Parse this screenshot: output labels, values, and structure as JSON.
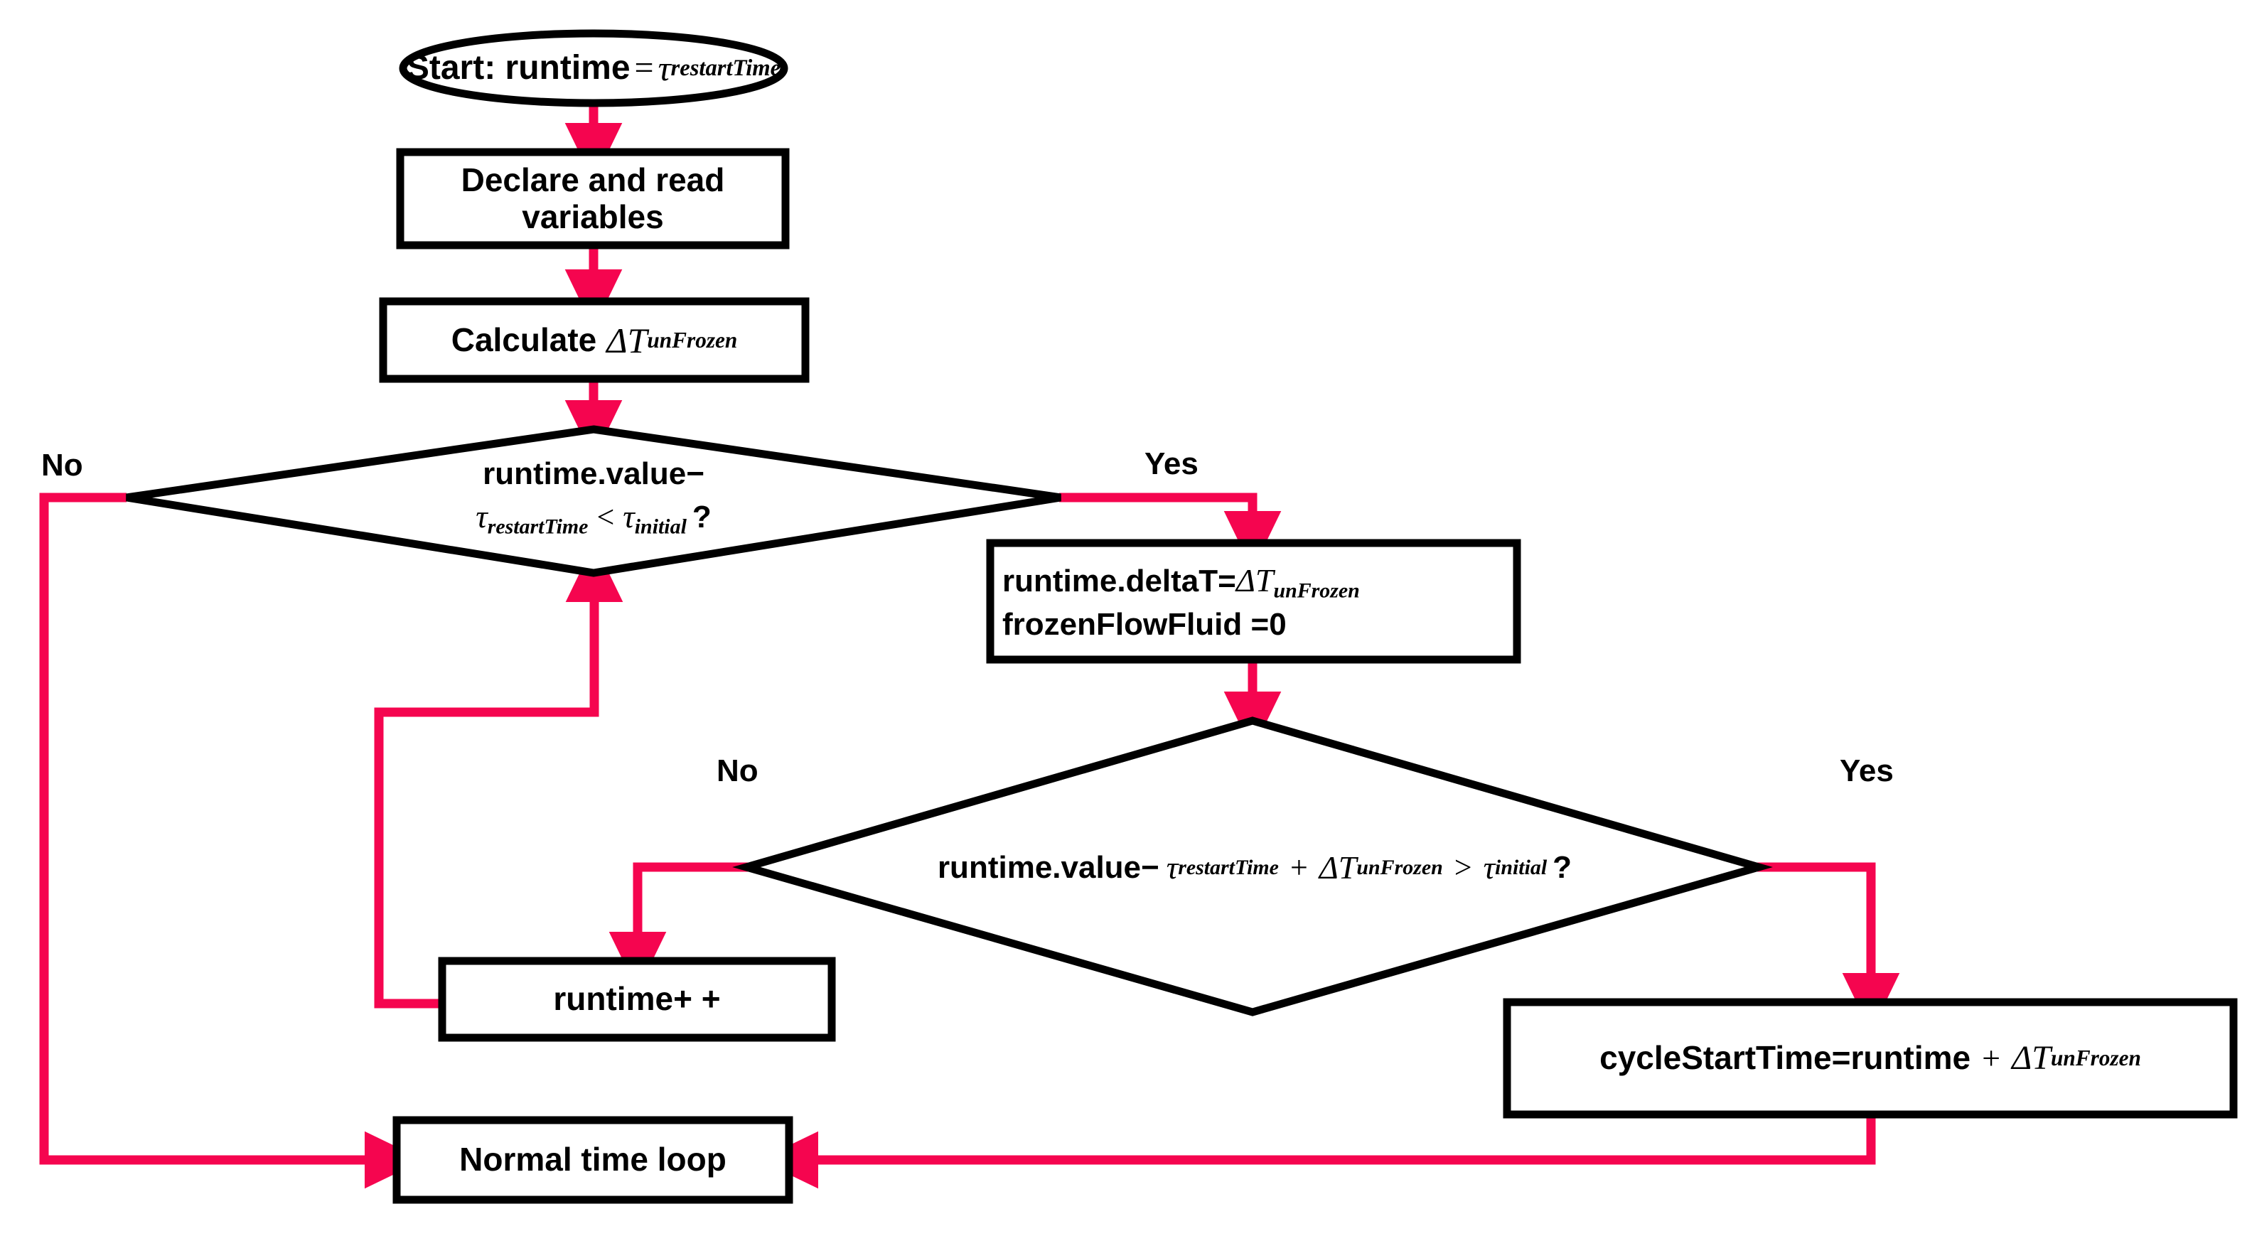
{
  "diagram": {
    "type": "flowchart",
    "title": "Restart-time handling flowchart",
    "accent_color": "#F5054F",
    "outline_color": "#000000",
    "background_color": "#FFFFFF"
  },
  "nodes": {
    "start": {
      "shape": "ellipse",
      "text_plain": "Start: runtime = τ_restartTime",
      "prefix": "Start: runtime",
      "equals": "=",
      "tau": "τ",
      "tau_sub": "restartTime"
    },
    "declare": {
      "shape": "rectangle",
      "text_plain": "Declare and read variables",
      "line1": "Declare and read",
      "line2": "variables"
    },
    "calculate": {
      "shape": "rectangle",
      "text_plain": "Calculate ΔT_unFrozen",
      "prefix": "Calculate",
      "delta_t": "ΔT",
      "delta_sub": "unFrozen"
    },
    "decision1": {
      "shape": "diamond",
      "text_plain": "runtime.value − τ_restartTime < τ_initial ?",
      "line1": "runtime.value−",
      "tau1": "τ",
      "tau1_sub": "restartTime",
      "operator": "<",
      "tau2": "τ",
      "tau2_sub": "initial",
      "question": "?"
    },
    "assign": {
      "shape": "rectangle",
      "text_plain": "runtime.deltaT=ΔT_unFrozen ; frozenFlowFluid =0",
      "line1_prefix": "runtime.deltaT=",
      "line1_delta": "ΔT",
      "line1_sub": "unFrozen",
      "line2": "frozenFlowFluid =0"
    },
    "decision2": {
      "shape": "diamond",
      "text_plain": "runtime.value − τ_restartTime + ΔT_unFrozen > τ_initial ?",
      "prefix": "runtime.value−",
      "tau1": "τ",
      "tau1_sub": "restartTime",
      "plus": "+",
      "delta": "ΔT",
      "delta_sub": "unFrozen",
      "operator": ">",
      "tau2": "τ",
      "tau2_sub": "initial",
      "question": "?"
    },
    "increment": {
      "shape": "rectangle",
      "text_plain": "runtime+ +",
      "label": "runtime+ +"
    },
    "cycle_start": {
      "shape": "rectangle",
      "text_plain": "cycleStartTime=runtime + ΔT_unFrozen",
      "prefix": "cycleStartTime=runtime",
      "plus": "+",
      "delta": "ΔT",
      "delta_sub": "unFrozen"
    },
    "normal_loop": {
      "shape": "rectangle",
      "text_plain": "Normal time loop",
      "label": "Normal time loop"
    }
  },
  "edge_labels": {
    "decision1_no": "No",
    "decision1_yes": "Yes",
    "decision2_no": "No",
    "decision2_yes": "Yes"
  },
  "edges": [
    {
      "from": "start",
      "to": "declare",
      "label": ""
    },
    {
      "from": "declare",
      "to": "calculate",
      "label": ""
    },
    {
      "from": "calculate",
      "to": "decision1",
      "label": ""
    },
    {
      "from": "decision1",
      "to": "normal_loop",
      "label": "No"
    },
    {
      "from": "decision1",
      "to": "assign",
      "label": "Yes"
    },
    {
      "from": "assign",
      "to": "decision2",
      "label": ""
    },
    {
      "from": "decision2",
      "to": "increment",
      "label": "No"
    },
    {
      "from": "decision2",
      "to": "cycle_start",
      "label": "Yes"
    },
    {
      "from": "increment",
      "to": "decision1",
      "label": ""
    },
    {
      "from": "cycle_start",
      "to": "normal_loop",
      "label": ""
    }
  ]
}
